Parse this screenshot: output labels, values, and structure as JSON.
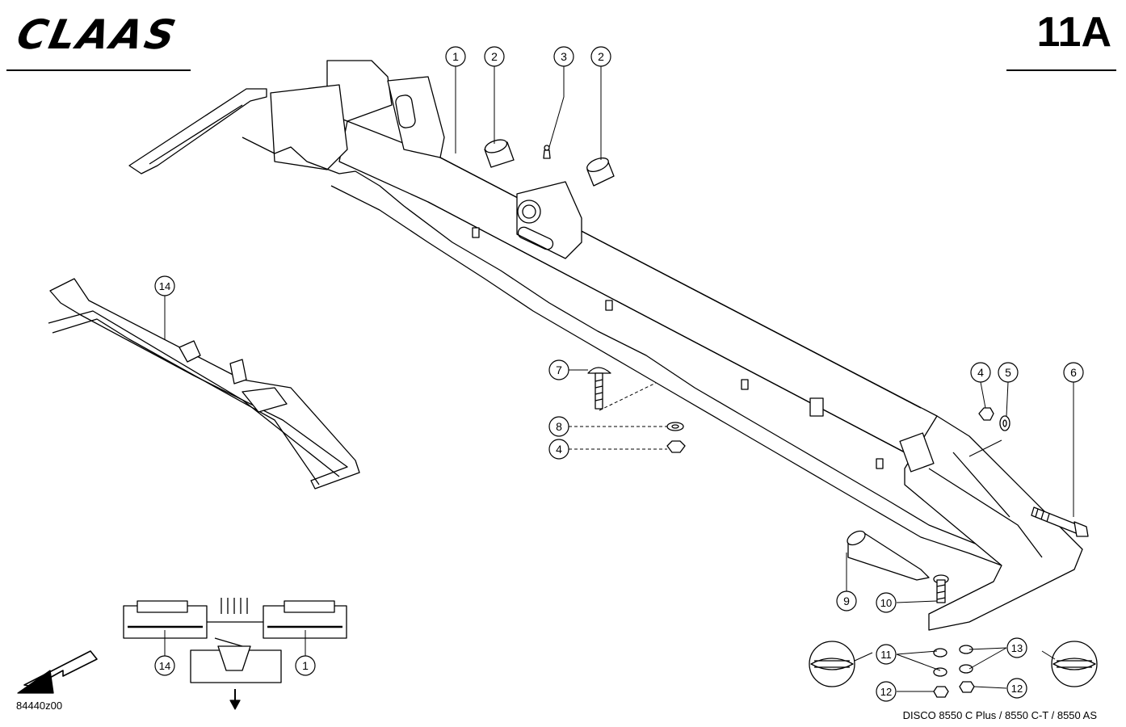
{
  "header": {
    "logo_text": "CLAAS",
    "page_number": "11A"
  },
  "footer": {
    "drawing_number": "84440z00",
    "model": "DISCO 8550 C Plus / 8550 C-T / 8550 AS"
  },
  "callouts": [
    "1",
    "2",
    "3",
    "2",
    "14",
    "7",
    "8",
    "4",
    "4",
    "5",
    "6",
    "9",
    "10",
    "11",
    "13",
    "12",
    "12",
    "14",
    "1"
  ]
}
